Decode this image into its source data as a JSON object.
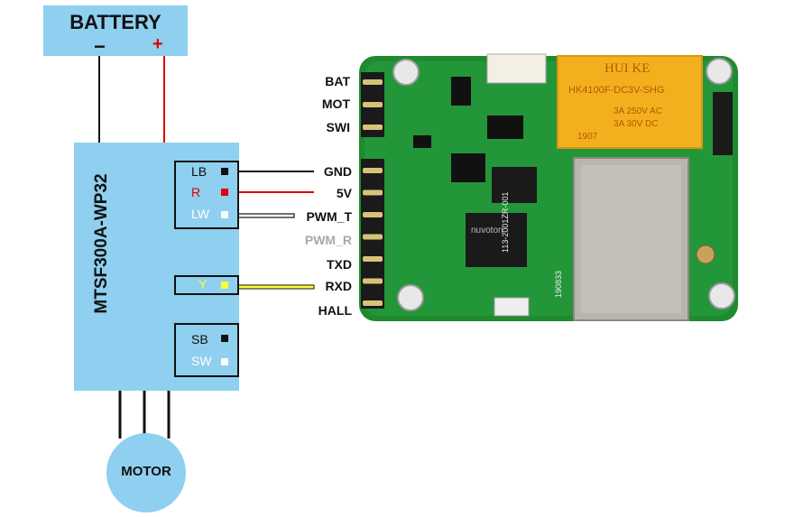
{
  "battery": {
    "title": "BATTERY",
    "minus": "−",
    "plus": "+"
  },
  "controller": {
    "model": "MTSF300A-WP32",
    "pins_upper": [
      {
        "label": "LB",
        "color": "#111111",
        "marker": "#111111"
      },
      {
        "label": "R",
        "color": "#e00000",
        "marker": "#e00000"
      },
      {
        "label": "LW",
        "color": "#ffffff",
        "marker": "#ffffff"
      }
    ],
    "pin_y": {
      "label": "Y",
      "color": "#ffff33",
      "marker": "#ffff33"
    },
    "pins_lower": [
      {
        "label": "SB",
        "color": "#111111",
        "marker": "#111111"
      },
      {
        "label": "SW",
        "color": "#ffffff",
        "marker": "#ffffff"
      }
    ]
  },
  "motor": {
    "label": "MOTOR"
  },
  "board": {
    "header_top": [
      "BAT",
      "MOT",
      "SWI"
    ],
    "header_main": [
      "GND",
      "5V",
      "PWM_T",
      "PWM_R",
      "TXD",
      "RXD",
      "HALL"
    ],
    "relay_text": [
      "HUI KE",
      "HK4100F-DC3V-SHG",
      "3A 250V AC",
      "3A 30V DC",
      "1907"
    ],
    "chip_text": "nuvoton",
    "silk_text": [
      "113-2001ZR-001",
      "190833"
    ]
  },
  "colors": {
    "box_blue": "#8fcfef",
    "wire_red": "#e00000",
    "wire_black": "#111111",
    "wire_yellow": "#ffff33",
    "pcb_green": "#1f8a2e",
    "relay_yellow": "#f2b01e",
    "shield_silver": "#b9b4ad"
  }
}
